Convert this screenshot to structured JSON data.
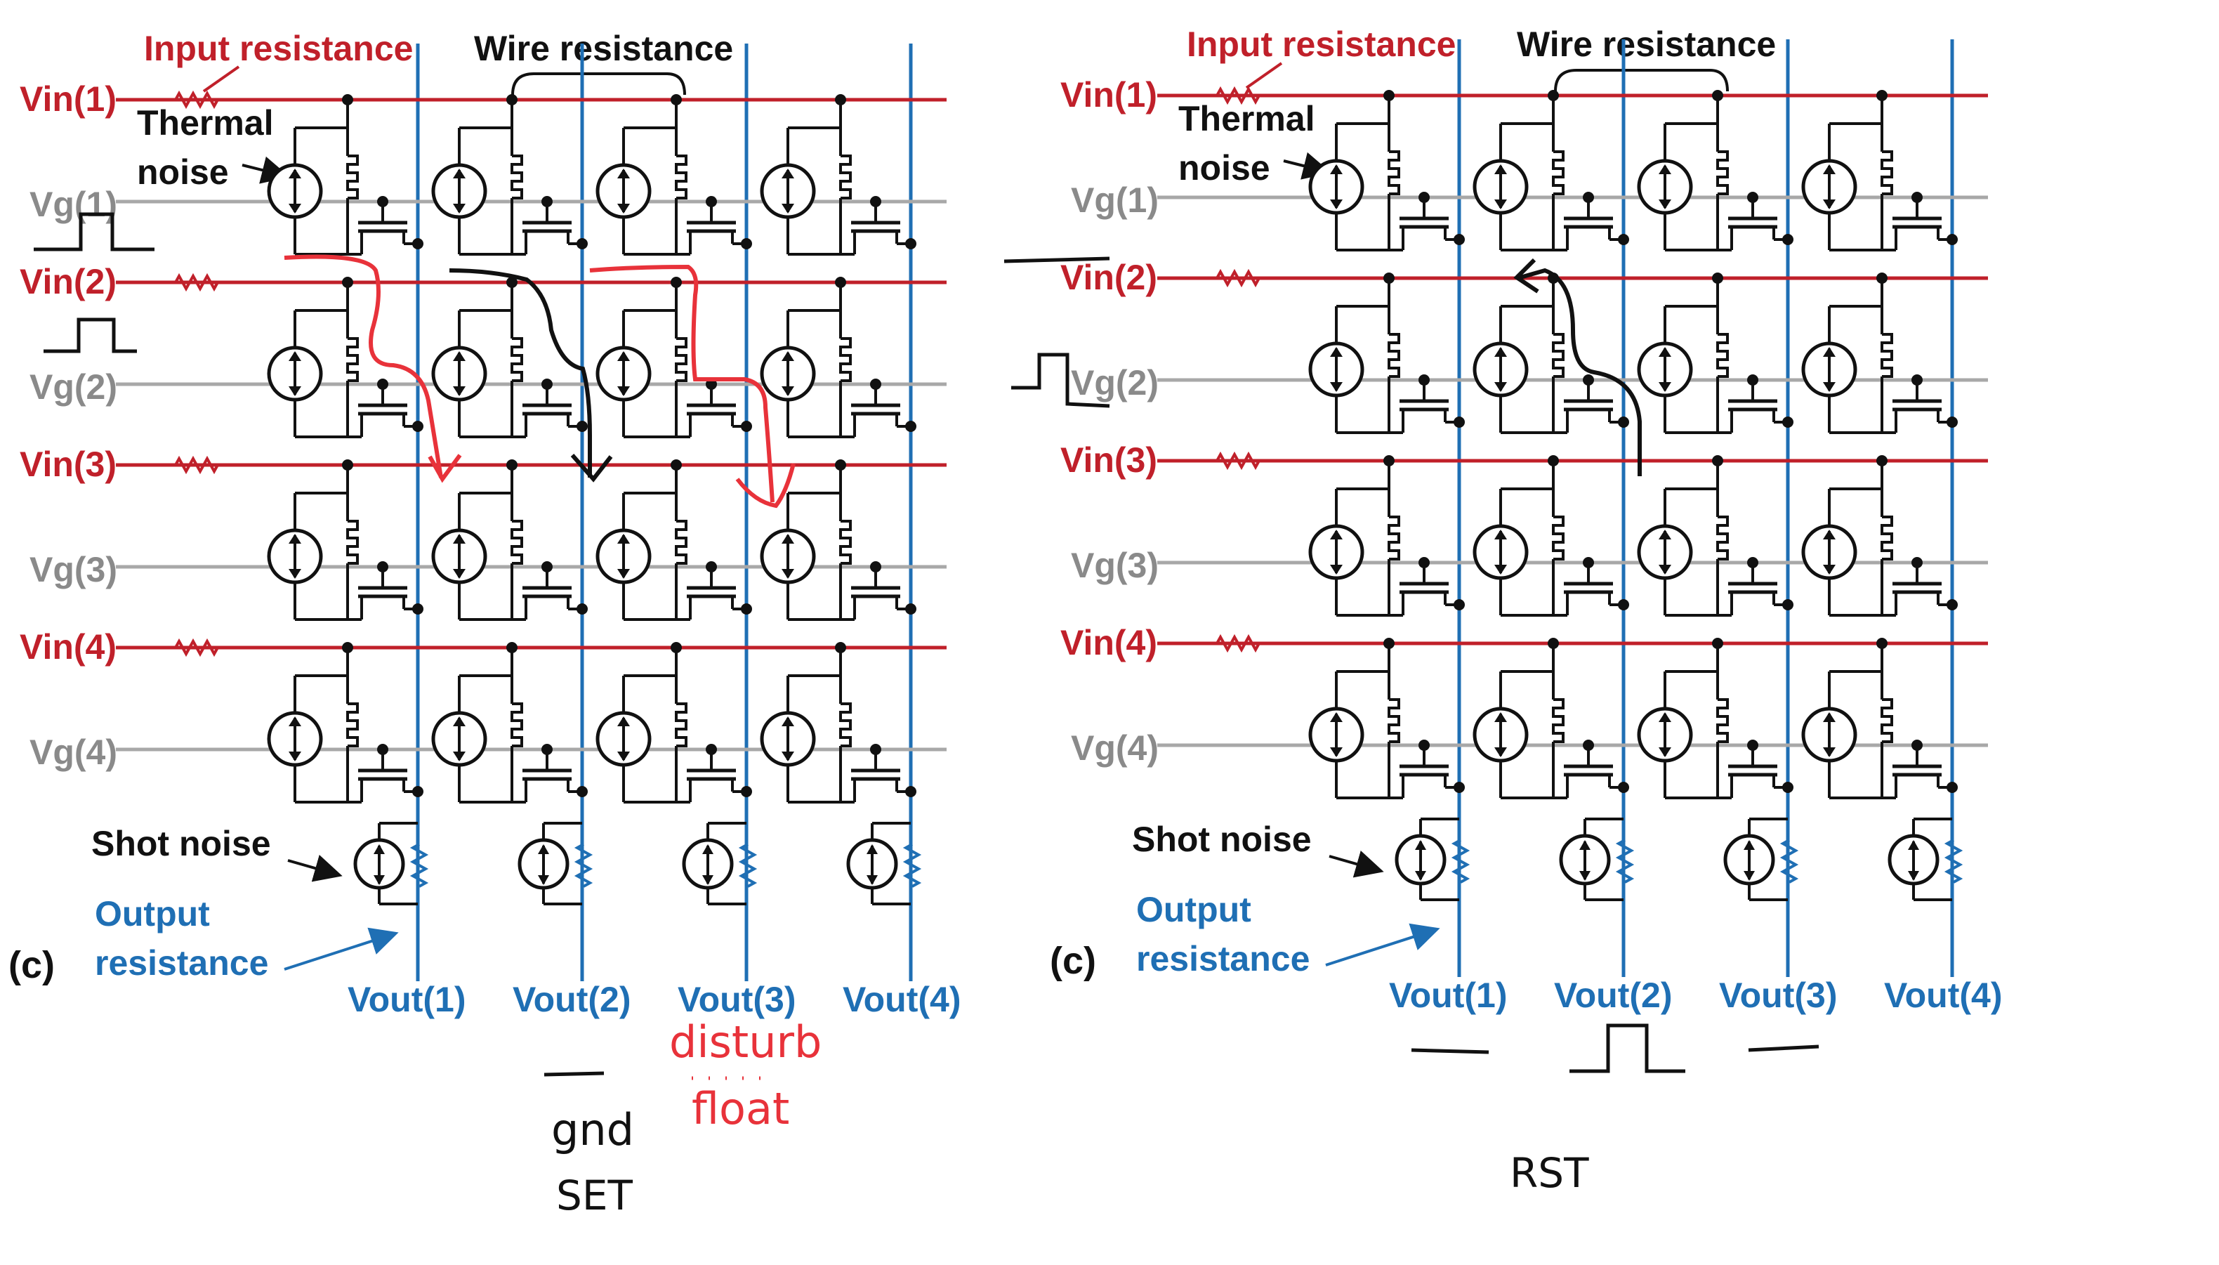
{
  "panels": [
    {
      "id": "set",
      "top_labels": {
        "input_resistance": "Input resistance",
        "wire_resistance": "Wire resistance"
      },
      "row_labels": [
        {
          "vin": "Vin(1)",
          "vg": "Vg(1)"
        },
        {
          "vin": "Vin(2)",
          "vg": "Vg(2)"
        },
        {
          "vin": "Vin(3)",
          "vg": "Vg(3)"
        },
        {
          "vin": "Vin(4)",
          "vg": "Vg(4)"
        }
      ],
      "thermal_noise": [
        "Thermal",
        "noise"
      ],
      "shot_noise": "Shot noise",
      "output_resistance": [
        "Output",
        "resistance"
      ],
      "panel_tag": "(c)",
      "vout_labels": [
        "Vout(1)",
        "Vout(2)",
        "Vout(3)",
        "Vout(4)"
      ],
      "annotations": {
        "gnd": "gnd",
        "disturb": "disturb",
        "float": "float"
      },
      "caption": "SET"
    },
    {
      "id": "rst",
      "top_labels": {
        "input_resistance": "Input resistance",
        "wire_resistance": "Wire resistance"
      },
      "row_labels": [
        {
          "vin": "Vin(1)",
          "vg": "Vg(1)"
        },
        {
          "vin": "Vin(2)",
          "vg": "Vg(2)"
        },
        {
          "vin": "Vin(3)",
          "vg": "Vg(3)"
        },
        {
          "vin": "Vin(4)",
          "vg": "Vg(4)"
        }
      ],
      "thermal_noise": [
        "Thermal",
        "noise"
      ],
      "shot_noise": "Shot noise",
      "output_resistance": [
        "Output",
        "resistance"
      ],
      "panel_tag": "(c)",
      "vout_labels": [
        "Vout(1)",
        "Vout(2)",
        "Vout(3)",
        "Vout(4)"
      ],
      "caption": "RST"
    }
  ],
  "colors": {
    "vin_line": "#c0202a",
    "vg_line": "#a8a8a8",
    "vout_line": "#1f6fb4",
    "device": "#111111",
    "annotation_red": "#e8323a",
    "annotation_black": "#111111"
  },
  "icons": [
    "resistor-icon",
    "current-source-icon",
    "memristor-icon",
    "transistor-icon",
    "pulse-waveform-icon",
    "arrow-icon"
  ]
}
